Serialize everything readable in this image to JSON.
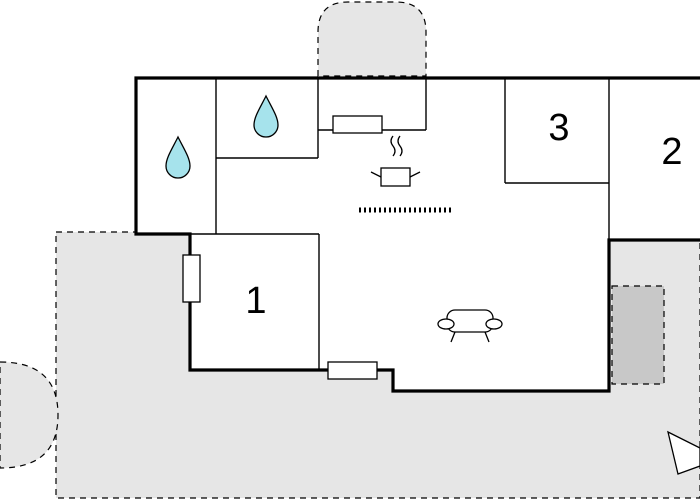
{
  "floorplan": {
    "rooms": [
      {
        "label": "1"
      },
      {
        "label": "2"
      },
      {
        "label": "3"
      }
    ],
    "icons": [
      {
        "name": "water-drop-icon"
      },
      {
        "name": "water-drop-icon"
      },
      {
        "name": "cooking-pot-icon"
      },
      {
        "name": "stove-hob-icon"
      },
      {
        "name": "sofa-icon"
      },
      {
        "name": "north-arrow-icon"
      }
    ],
    "colors": {
      "wall": "#000000",
      "outdoor_area": "#e6e6e6",
      "outdoor_dark": "#c8c8c8",
      "water": "#a6e3ec",
      "background": "#ffffff"
    }
  }
}
